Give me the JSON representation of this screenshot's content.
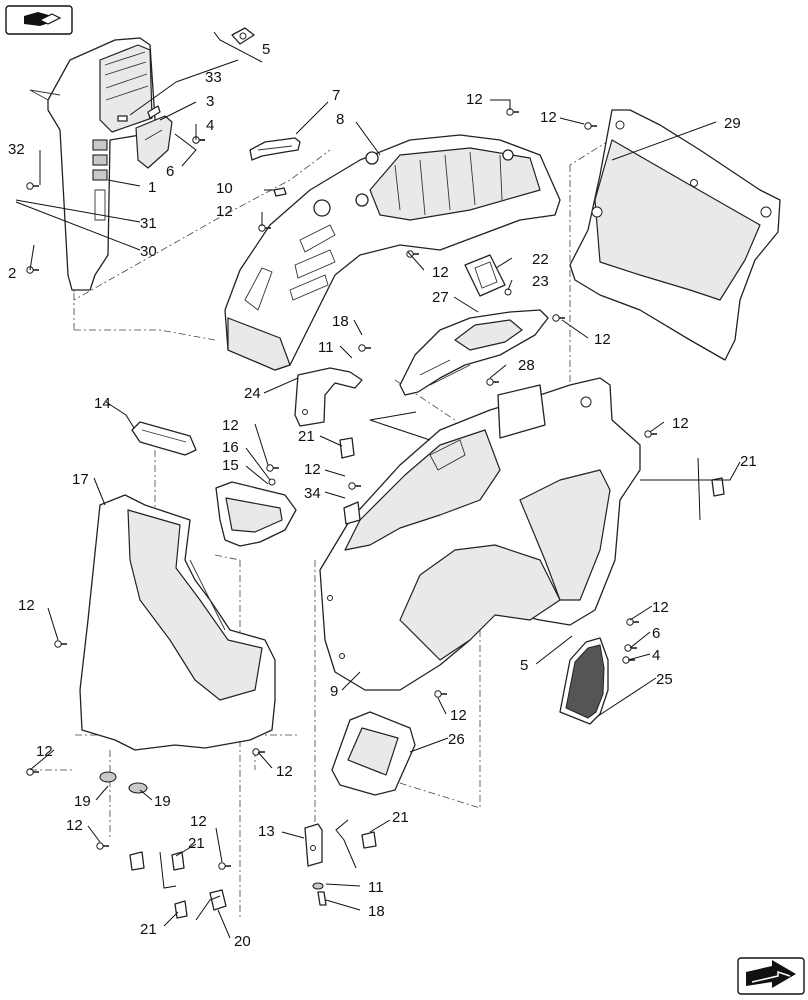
{
  "callouts": [
    {
      "id": "c5a",
      "text": "5"
    },
    {
      "id": "c33",
      "text": "33"
    },
    {
      "id": "c3",
      "text": "3"
    },
    {
      "id": "c4a",
      "text": "4"
    },
    {
      "id": "c6a",
      "text": "6"
    },
    {
      "id": "c32",
      "text": "32"
    },
    {
      "id": "c1",
      "text": "1"
    },
    {
      "id": "c31",
      "text": "31"
    },
    {
      "id": "c30",
      "text": "30"
    },
    {
      "id": "c2",
      "text": "2"
    },
    {
      "id": "c7",
      "text": "7"
    },
    {
      "id": "c8",
      "text": "8"
    },
    {
      "id": "c10",
      "text": "10"
    },
    {
      "id": "c12a",
      "text": "12"
    },
    {
      "id": "c12b",
      "text": "12"
    },
    {
      "id": "c12c",
      "text": "12"
    },
    {
      "id": "c12d",
      "text": "12"
    },
    {
      "id": "c29",
      "text": "29"
    },
    {
      "id": "c22",
      "text": "22"
    },
    {
      "id": "c23",
      "text": "23"
    },
    {
      "id": "c27",
      "text": "27"
    },
    {
      "id": "c12e",
      "text": "12"
    },
    {
      "id": "c18a",
      "text": "18"
    },
    {
      "id": "c11a",
      "text": "11"
    },
    {
      "id": "c28",
      "text": "28"
    },
    {
      "id": "c24",
      "text": "24"
    },
    {
      "id": "c21a",
      "text": "21"
    },
    {
      "id": "c14",
      "text": "14"
    },
    {
      "id": "c12f",
      "text": "12"
    },
    {
      "id": "c16",
      "text": "16"
    },
    {
      "id": "c15",
      "text": "15"
    },
    {
      "id": "c12g",
      "text": "12"
    },
    {
      "id": "c34",
      "text": "34"
    },
    {
      "id": "c12h",
      "text": "12"
    },
    {
      "id": "c21b",
      "text": "21"
    },
    {
      "id": "c17",
      "text": "17"
    },
    {
      "id": "c12i",
      "text": "12"
    },
    {
      "id": "c12j",
      "text": "12"
    },
    {
      "id": "c6b",
      "text": "6"
    },
    {
      "id": "c4b",
      "text": "4"
    },
    {
      "id": "c5b",
      "text": "5"
    },
    {
      "id": "c25",
      "text": "25"
    },
    {
      "id": "c9",
      "text": "9"
    },
    {
      "id": "c12k",
      "text": "12"
    },
    {
      "id": "c26",
      "text": "26"
    },
    {
      "id": "c12l",
      "text": "12"
    },
    {
      "id": "c12m",
      "text": "12"
    },
    {
      "id": "c19a",
      "text": "19"
    },
    {
      "id": "c19b",
      "text": "19"
    },
    {
      "id": "c12n",
      "text": "12"
    },
    {
      "id": "c21c",
      "text": "21"
    },
    {
      "id": "c12o",
      "text": "12"
    },
    {
      "id": "c21d",
      "text": "21"
    },
    {
      "id": "c20",
      "text": "20"
    },
    {
      "id": "c13",
      "text": "13"
    },
    {
      "id": "c21e",
      "text": "21"
    },
    {
      "id": "c11b",
      "text": "11"
    },
    {
      "id": "c18b",
      "text": "18"
    }
  ],
  "icons": {
    "top_left": "assembly-view-icon",
    "bottom_right": "next-page-arrow-icon"
  }
}
